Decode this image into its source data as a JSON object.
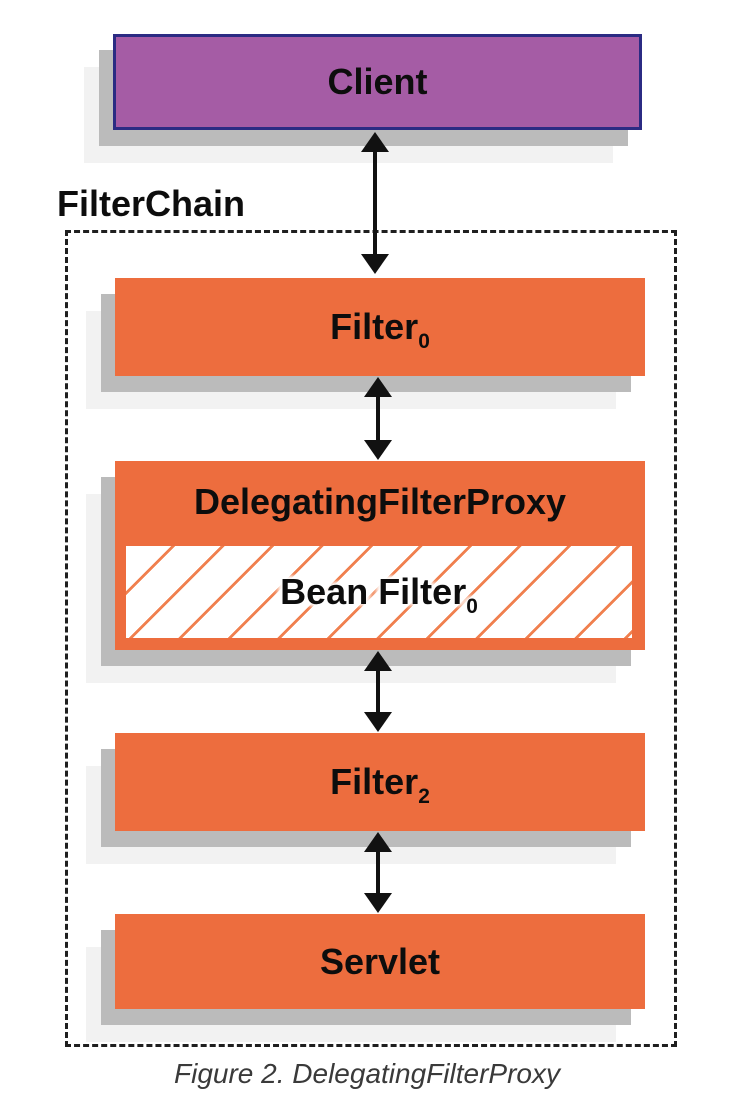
{
  "figure": {
    "chain_label": "FilterChain",
    "caption": "Figure 2. DelegatingFilterProxy"
  },
  "nodes": {
    "client": {
      "label": "Client"
    },
    "filter_top": {
      "label": "Filter",
      "sub": "0"
    },
    "delegating_filter_proxy": {
      "label": "DelegatingFilterProxy"
    },
    "bean_filter": {
      "label": "Bean Filter",
      "sub": "0"
    },
    "filter_bottom": {
      "label": "Filter",
      "sub": "2"
    },
    "servlet": {
      "label": "Servlet"
    }
  },
  "connections": [
    {
      "from": "Client",
      "to": "Filter0",
      "style": "double-headed-arrow"
    },
    {
      "from": "Filter0",
      "to": "DelegatingFilterProxy",
      "style": "double-headed-arrow"
    },
    {
      "from": "DelegatingFilterProxy",
      "to": "Filter2",
      "style": "double-headed-arrow"
    },
    {
      "from": "Filter2",
      "to": "Servlet",
      "style": "double-headed-arrow"
    }
  ],
  "colors": {
    "box_orange": "#ed6d3e",
    "hatch_orange": "#f0804f",
    "client_purple": "#a55ca5",
    "client_border": "#2b2b83",
    "shadow_gray": "#bbbbbb",
    "shadow_light": "#f2f2f2",
    "caption_gray": "#3a3a3a"
  }
}
